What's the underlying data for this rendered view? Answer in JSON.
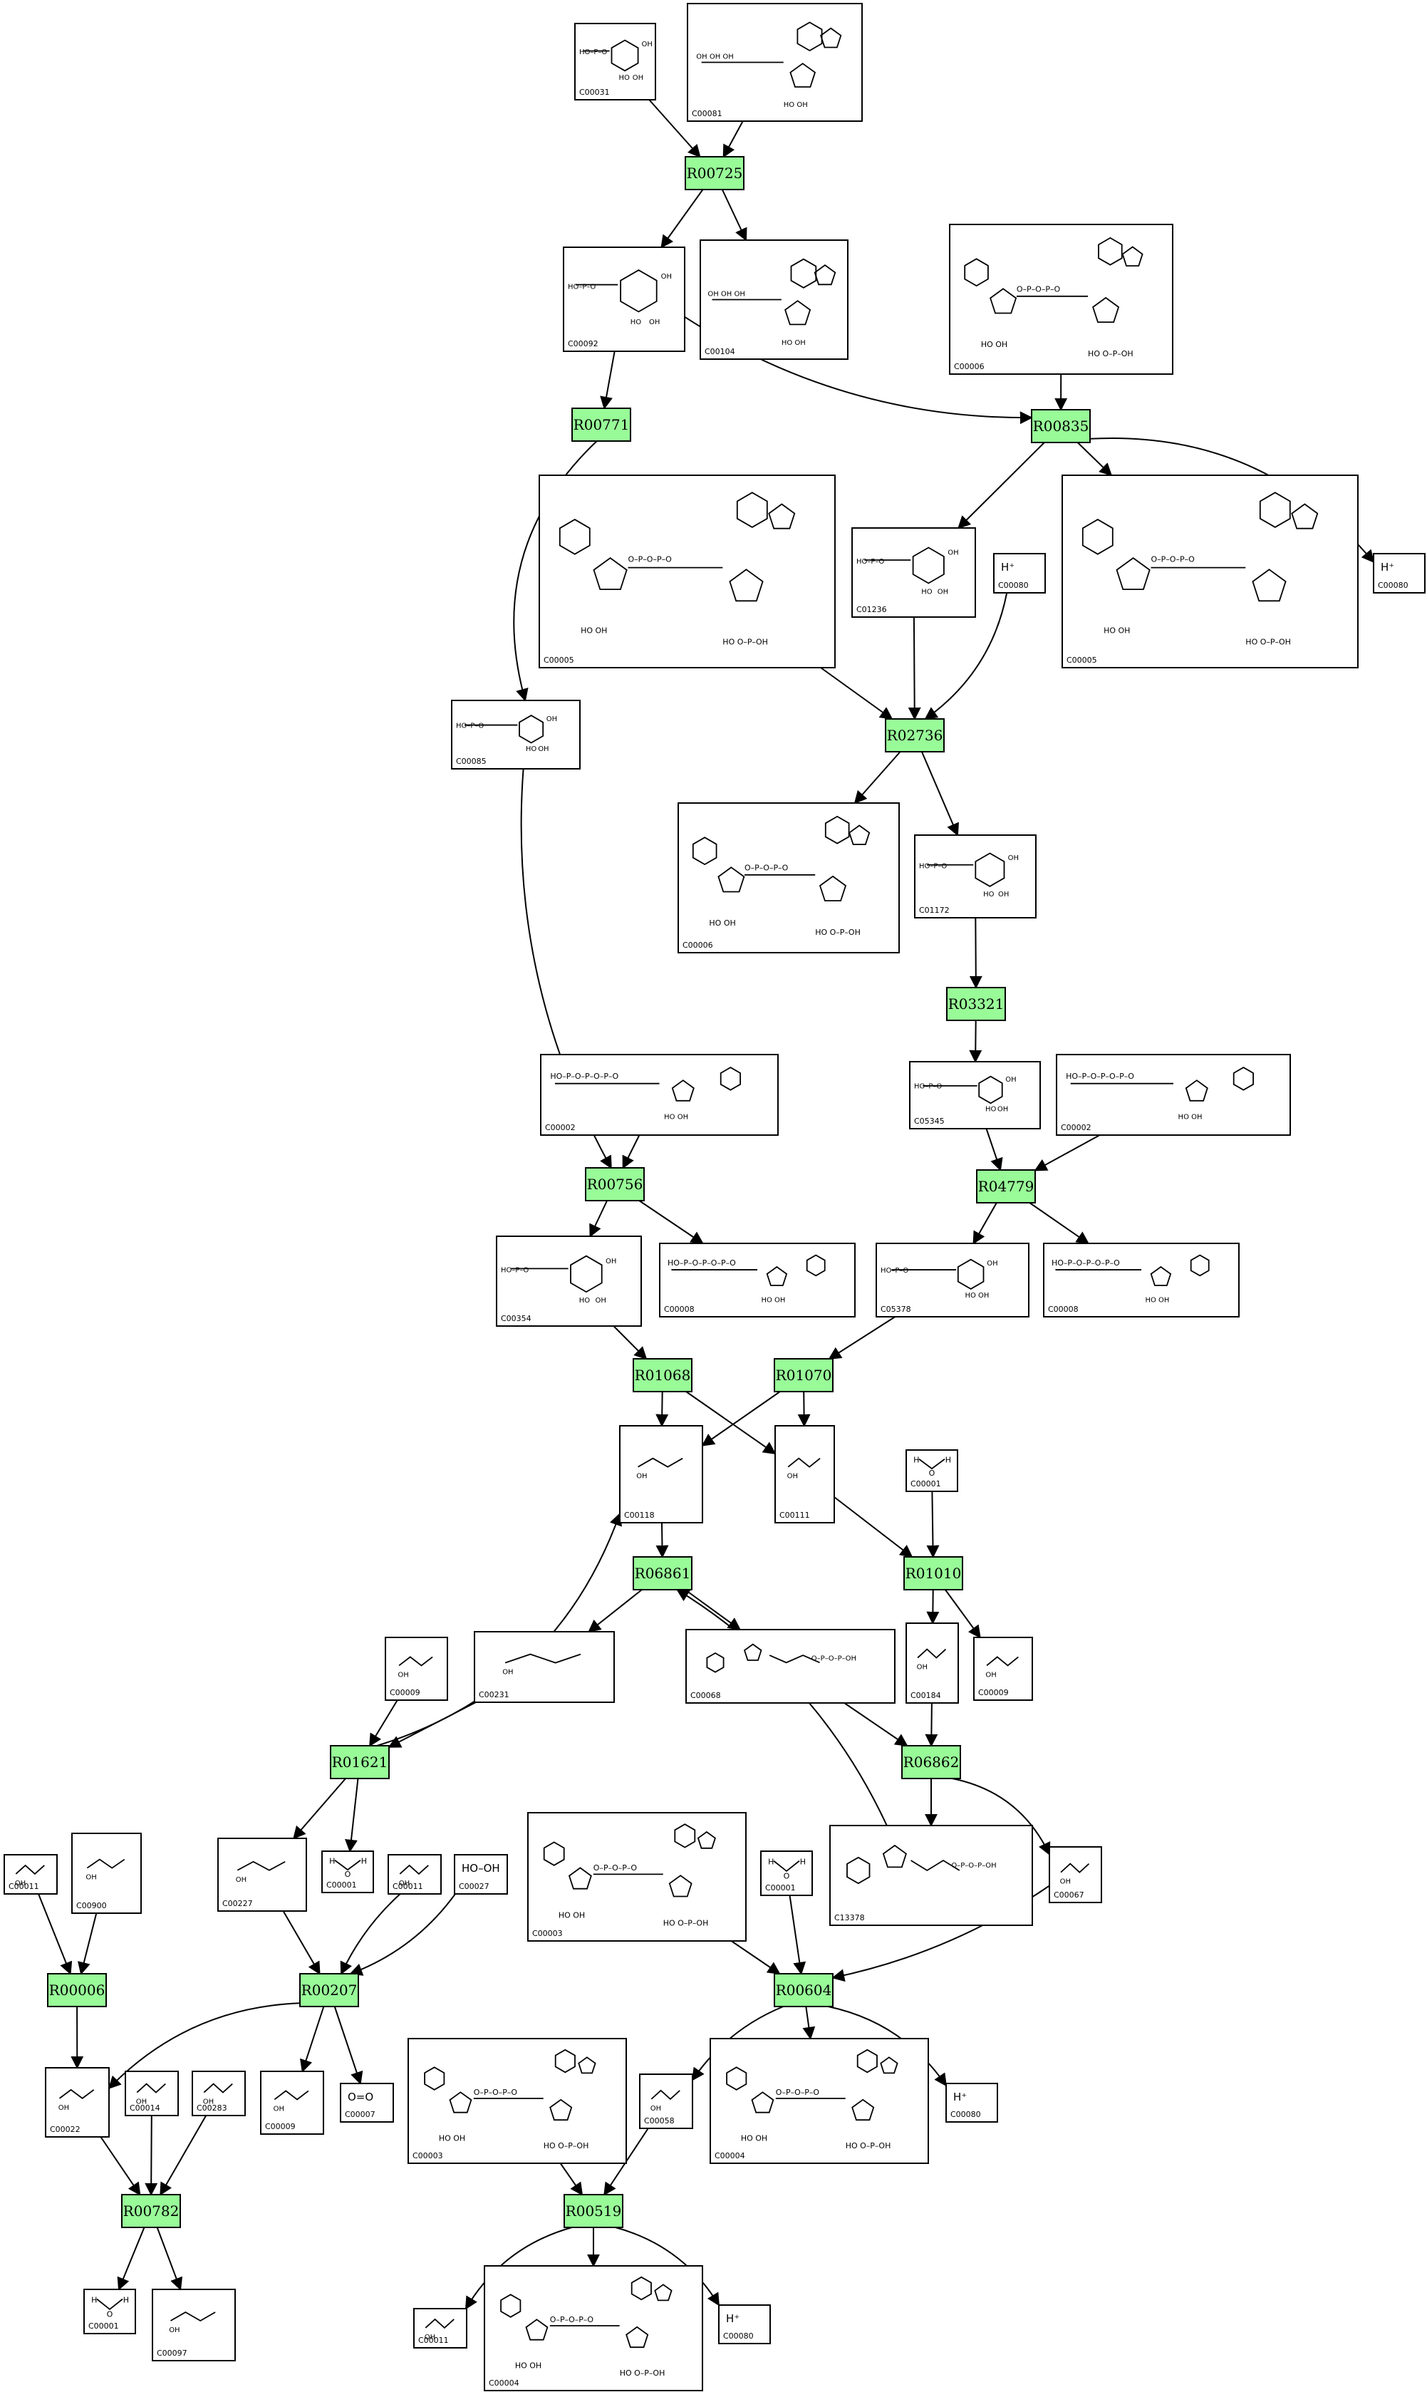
{
  "reactions": [
    {
      "id": "R00725"
    },
    {
      "id": "R00771"
    },
    {
      "id": "R00835"
    },
    {
      "id": "R02736"
    },
    {
      "id": "R03321"
    },
    {
      "id": "R00756"
    },
    {
      "id": "R04779"
    },
    {
      "id": "R01068"
    },
    {
      "id": "R01070"
    },
    {
      "id": "R06861"
    },
    {
      "id": "R01010"
    },
    {
      "id": "R01621"
    },
    {
      "id": "R06862"
    },
    {
      "id": "R00006"
    },
    {
      "id": "R00207"
    },
    {
      "id": "R00604"
    },
    {
      "id": "R00782"
    },
    {
      "id": "R00519"
    }
  ],
  "compounds": [
    {
      "key": "c00031",
      "id": "C00031"
    },
    {
      "key": "c00081",
      "id": "C00081"
    },
    {
      "key": "c00092",
      "id": "C00092"
    },
    {
      "key": "c00104",
      "id": "C00104"
    },
    {
      "key": "c00006a",
      "id": "C00006"
    },
    {
      "key": "c00005a",
      "id": "C00005"
    },
    {
      "key": "c01236",
      "id": "C01236"
    },
    {
      "key": "c00080a",
      "id": "C00080",
      "symbol": "H⁺"
    },
    {
      "key": "c00005b",
      "id": "C00005"
    },
    {
      "key": "c00080b",
      "id": "C00080",
      "symbol": "H⁺"
    },
    {
      "key": "c00085",
      "id": "C00085"
    },
    {
      "key": "c00006b",
      "id": "C00006"
    },
    {
      "key": "c01172",
      "id": "C01172"
    },
    {
      "key": "c00002a",
      "id": "C00002"
    },
    {
      "key": "c05345",
      "id": "C05345"
    },
    {
      "key": "c00002b",
      "id": "C00002"
    },
    {
      "key": "c00354",
      "id": "C00354"
    },
    {
      "key": "c00008a",
      "id": "C00008"
    },
    {
      "key": "c05378",
      "id": "C05378"
    },
    {
      "key": "c00008b",
      "id": "C00008"
    },
    {
      "key": "c00118",
      "id": "C00118"
    },
    {
      "key": "c00111",
      "id": "C00111"
    },
    {
      "key": "c00001a",
      "id": "C00001"
    },
    {
      "key": "c00009a",
      "id": "C00009"
    },
    {
      "key": "c00231",
      "id": "C00231"
    },
    {
      "key": "c00068",
      "id": "C00068"
    },
    {
      "key": "c00184",
      "id": "C00184"
    },
    {
      "key": "c00009b",
      "id": "C00009"
    },
    {
      "key": "c00011a",
      "id": "C00011"
    },
    {
      "key": "c00900",
      "id": "C00900"
    },
    {
      "key": "c00227",
      "id": "C00227"
    },
    {
      "key": "c00001b",
      "id": "C00001"
    },
    {
      "key": "c00011b",
      "id": "C00011"
    },
    {
      "key": "c00027",
      "id": "C00027",
      "symbol": "HO–OH"
    },
    {
      "key": "c00003a",
      "id": "C00003"
    },
    {
      "key": "c00001c",
      "id": "C00001"
    },
    {
      "key": "c13378",
      "id": "C13378"
    },
    {
      "key": "c00067",
      "id": "C00067"
    },
    {
      "key": "c00022",
      "id": "C00022"
    },
    {
      "key": "c00014",
      "id": "C00014"
    },
    {
      "key": "c00283",
      "id": "C00283"
    },
    {
      "key": "c00009c",
      "id": "C00009"
    },
    {
      "key": "c00007",
      "id": "C00007",
      "symbol": "O=O"
    },
    {
      "key": "c00003b",
      "id": "C00003"
    },
    {
      "key": "c00058",
      "id": "C00058"
    },
    {
      "key": "c00004a",
      "id": "C00004"
    },
    {
      "key": "c00080c",
      "id": "C00080",
      "symbol": "H⁺"
    },
    {
      "key": "c00001d",
      "id": "C00001"
    },
    {
      "key": "c00097",
      "id": "C00097"
    },
    {
      "key": "c00011c",
      "id": "C00011"
    },
    {
      "key": "c00004b",
      "id": "C00004"
    },
    {
      "key": "c00080d",
      "id": "C00080",
      "symbol": "H⁺"
    }
  ],
  "colors": {
    "reaction_fill": "#98fb98",
    "box_stroke": "#000000",
    "background": "#ffffff"
  }
}
